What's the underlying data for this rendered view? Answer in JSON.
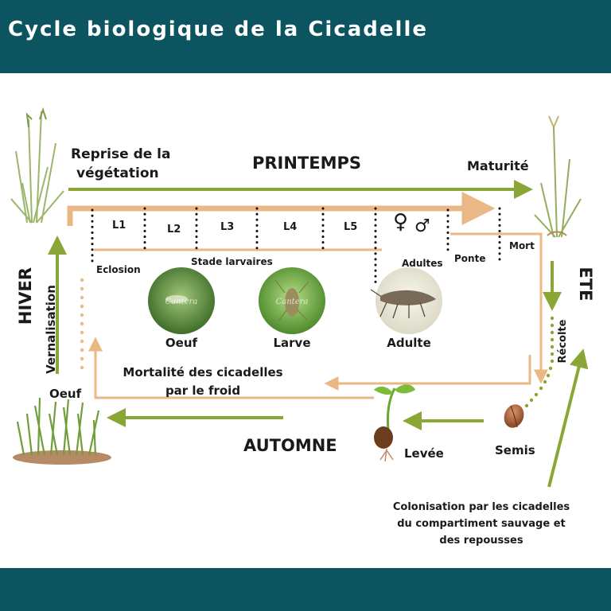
{
  "title": "Cycle biologique de la Cicadelle",
  "seasons": {
    "spring": "PRINTEMPS",
    "summer": "ETE",
    "autumn": "AUTOMNE",
    "winter": "HIVER"
  },
  "crop_stages": {
    "regrowth_line1": "Reprise de la",
    "regrowth_line2": "végétation",
    "maturity": "Maturité",
    "harvest": "Récolte",
    "sowing": "Semis",
    "emergence": "Levée",
    "vernalisation": "Vernalisation"
  },
  "insect": {
    "larval_stages": [
      "L1",
      "L2",
      "L3",
      "L4",
      "L5"
    ],
    "female_symbol": "♀",
    "male_symbol": "♂",
    "hatching": "Eclosion",
    "larval_stage_label": "Stade larvaires",
    "adults": "Adultes",
    "laying": "Ponte",
    "death": "Mort",
    "egg_left": "Oeuf"
  },
  "photos": [
    {
      "label": "Oeuf",
      "watermark": "Cantera"
    },
    {
      "label": "Larve",
      "watermark": "Cantera"
    },
    {
      "label": "Adulte",
      "watermark": ""
    }
  ],
  "notes": {
    "cold_mortality_line1": "Mortalité des cicadelles",
    "cold_mortality_line2": "par le froid",
    "colonisation_line1": "Colonisation par les cicadelles",
    "colonisation_line2": "du compartiment sauvage et",
    "colonisation_line3": "des repousses"
  },
  "colors": {
    "header": "#0c5460",
    "crop_arrow": "#8aa636",
    "insect_arrow": "#eab884",
    "dots": "#111111"
  }
}
